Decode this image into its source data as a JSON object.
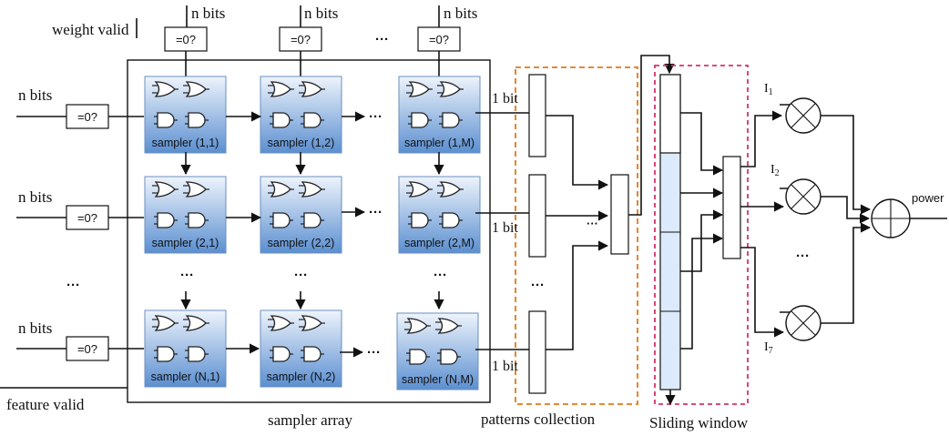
{
  "labels": {
    "weight_valid": "weight valid",
    "n_bits": "n bits",
    "zero_check": "=0?",
    "ellipsis": "···",
    "one_bit": "1 bit",
    "feature_valid": "feature valid",
    "sampler_array": "sampler array",
    "patterns_collection": "patterns collection",
    "sliding_window": "Sliding window",
    "power": "power",
    "l1_main": "I",
    "l1_sub": "1",
    "l2_main": "I",
    "l2_sub": "2",
    "l7_main": "I",
    "l7_sub": "7"
  },
  "samplers": [
    {
      "label": "sampler (1,1)"
    },
    {
      "label": "sampler (1,2)"
    },
    {
      "label": "sampler (1,M)"
    },
    {
      "label": "sampler (2,1)"
    },
    {
      "label": "sampler (2,2)"
    },
    {
      "label": "sampler (2,M)"
    },
    {
      "label": "sampler (N,1)"
    },
    {
      "label": "sampler (N,2)"
    },
    {
      "label": "sampler (N,M)"
    }
  ],
  "colors": {
    "sampler_top": "#eef4fc",
    "sampler_bottom": "#5b8fd0",
    "patterns_border": "#e07a1a",
    "window_border": "#d6306e",
    "window_fill": "#dcebfb"
  }
}
